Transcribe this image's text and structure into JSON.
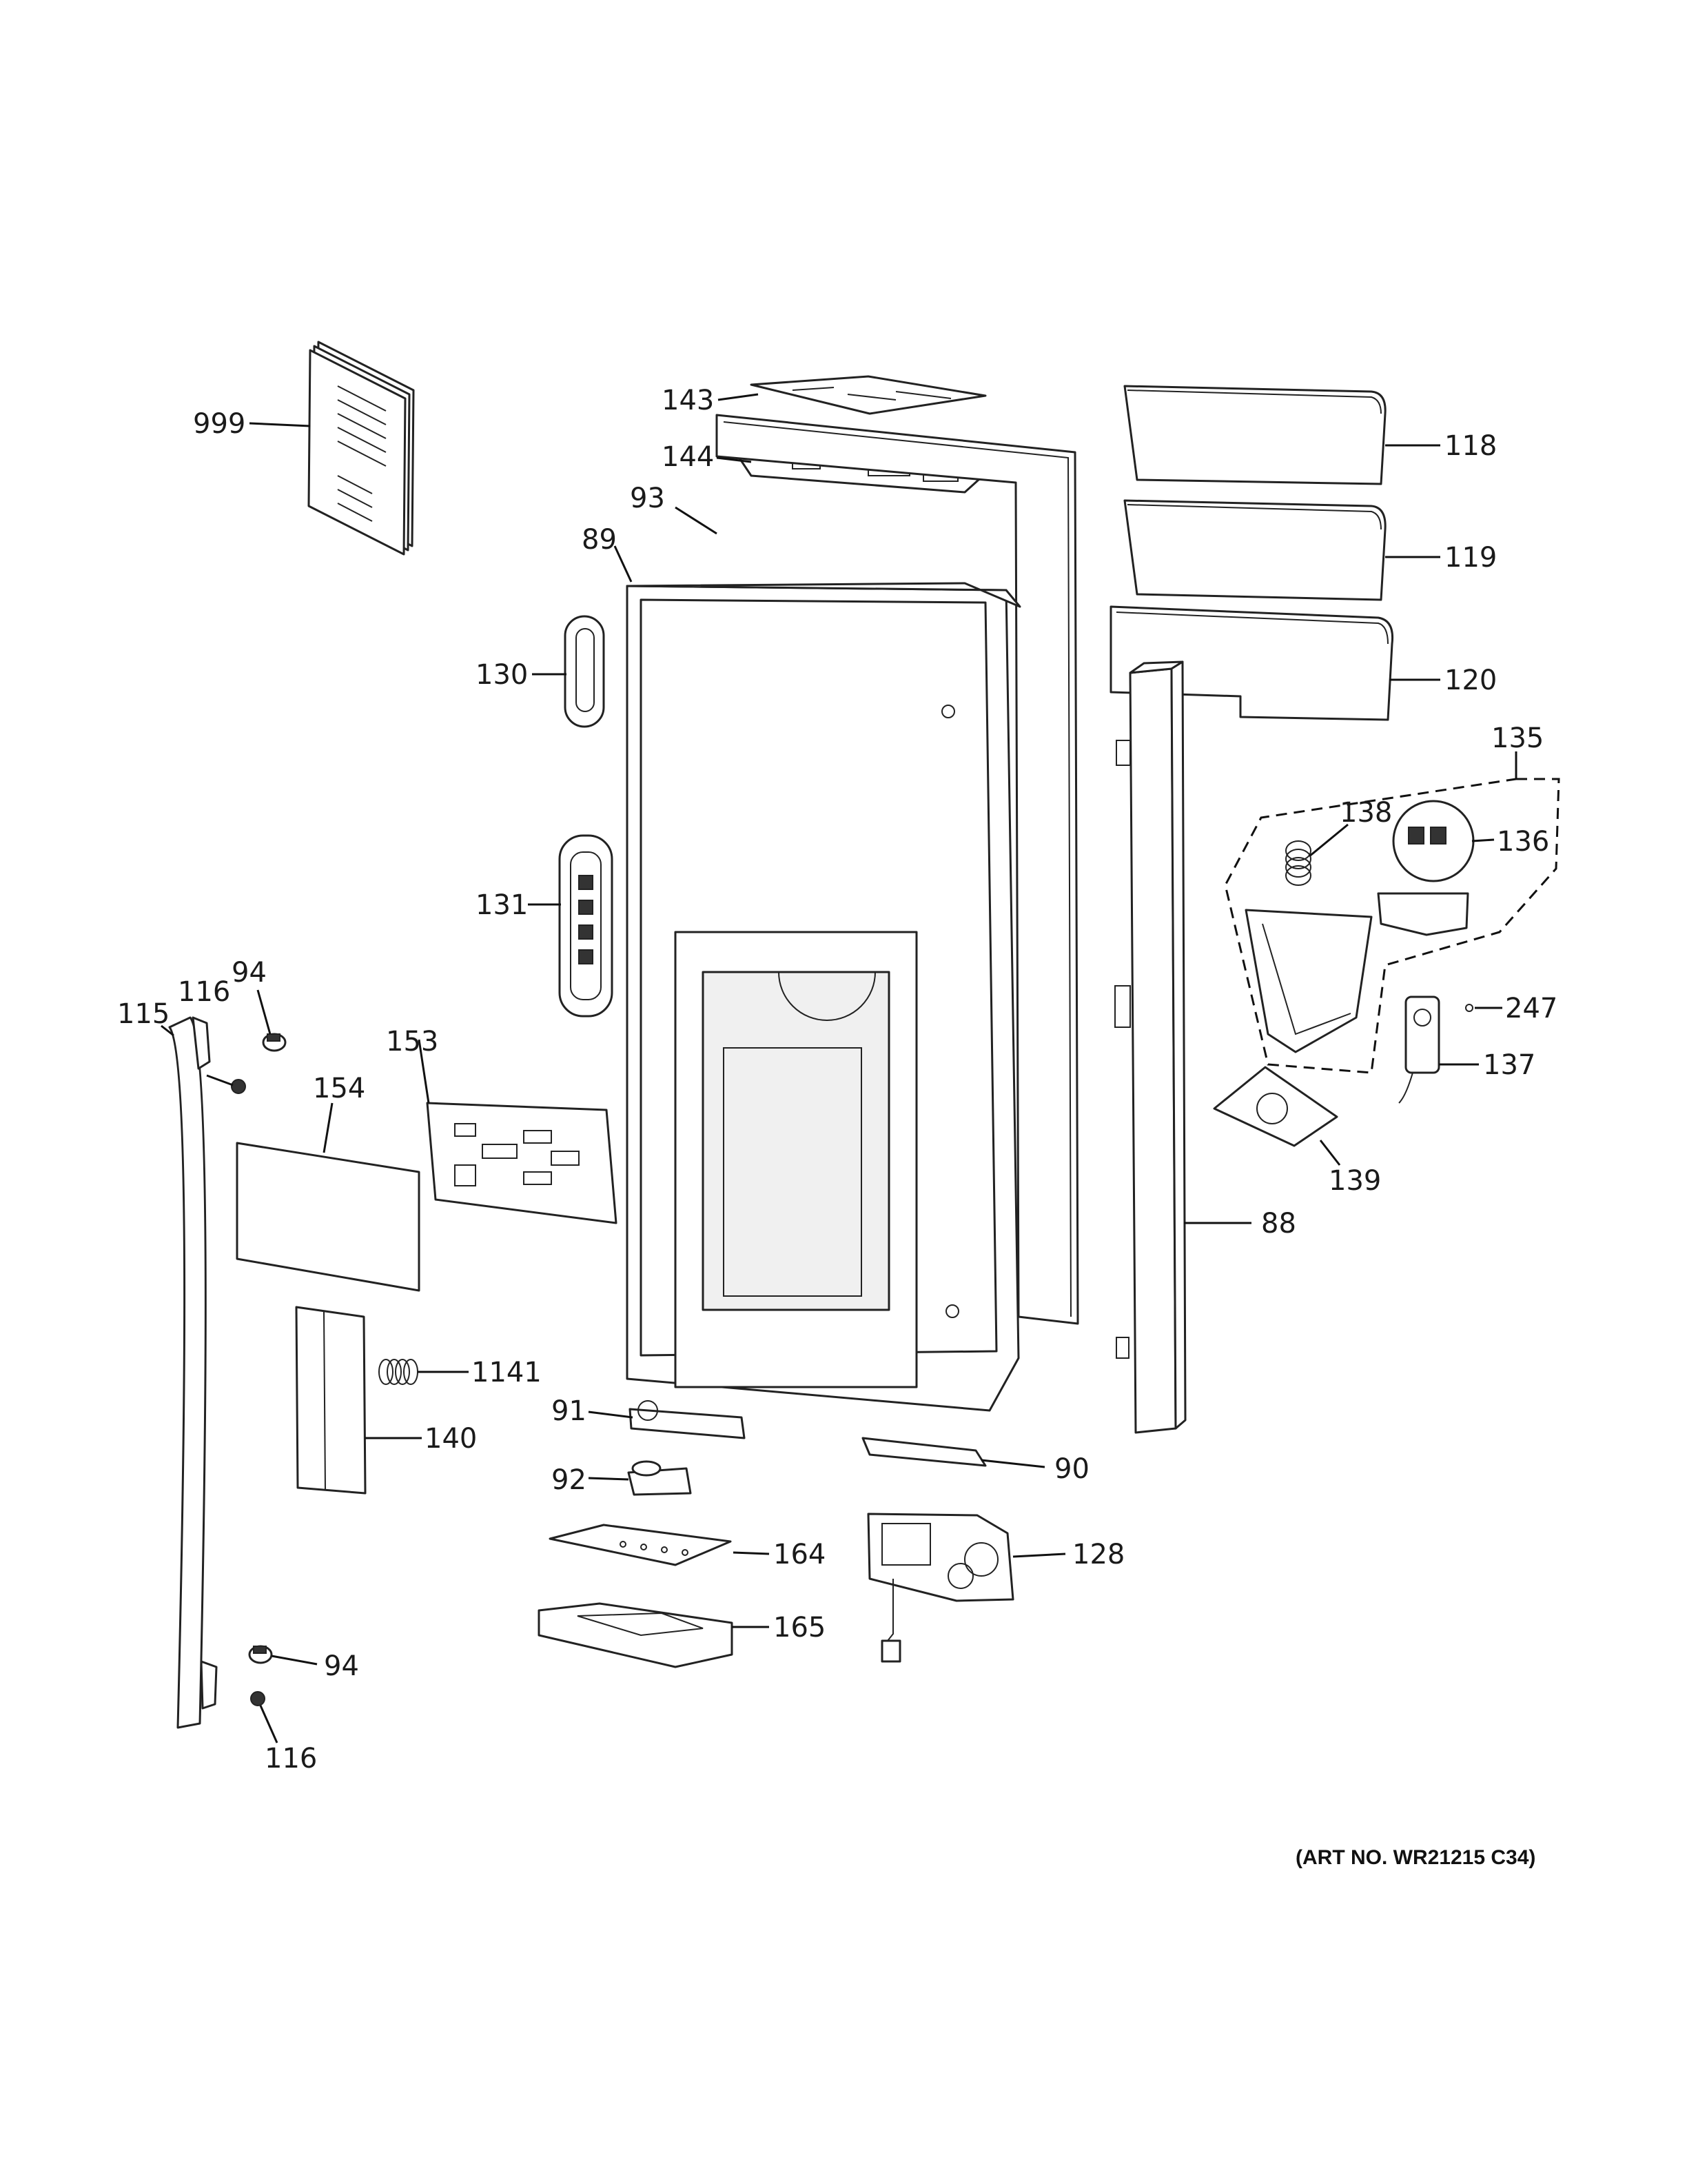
{
  "art_number": "(ART NO. WR21215 C34)",
  "callouts": {
    "p999": "999",
    "p143": "143",
    "p144": "144",
    "p93": "93",
    "p89": "89",
    "p118": "118",
    "p119": "119",
    "p120": "120",
    "p130": "130",
    "p135": "135",
    "p138": "138",
    "p136": "136",
    "p131": "131",
    "p94a": "94",
    "p116a": "116",
    "p115": "115",
    "p153": "153",
    "p154": "154",
    "p247": "247",
    "p137": "137",
    "p139": "139",
    "p88": "88",
    "p1141": "1141",
    "p140": "140",
    "p91": "91",
    "p90": "90",
    "p92": "92",
    "p164": "164",
    "p128": "128",
    "p165": "165",
    "p94b": "94",
    "p116b": "116"
  }
}
